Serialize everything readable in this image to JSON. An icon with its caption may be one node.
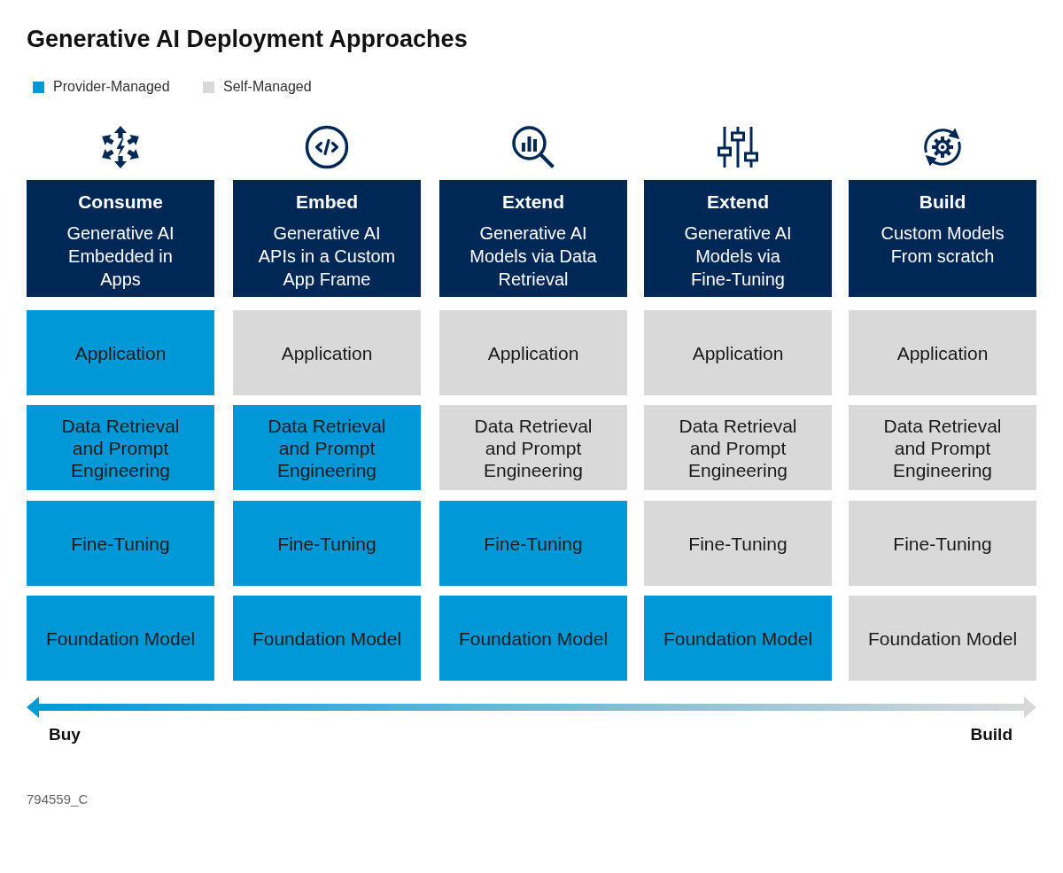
{
  "diagram": {
    "title": "Generative AI Deployment Approaches",
    "nodes": [
      {
        "text": [
          "Consume",
          "Generative AI Embedded in Apps"
        ]
      },
      {
        "text": [
          "Embed",
          "Generative AI APIs in a Custom App Frame"
        ]
      },
      {
        "text": [
          "Extend",
          "Generative AI Models via Data Retrieval"
        ]
      },
      {
        "text": [
          "Extend",
          "Generative AI Models via Fine-Tuning"
        ]
      },
      {
        "text": [
          "Build",
          "Custom Models From scratch"
        ]
      },
      {
        "text": [
          "Application"
        ]
      },
      {
        "text": [
          "Application"
        ]
      },
      {
        "text": [
          "Application"
        ]
      },
      {
        "text": [
          "Application"
        ]
      },
      {
        "text": [
          "Application"
        ]
      },
      {
        "text": [
          "Data Retrieval and Prompt Engineering"
        ]
      },
      {
        "text": [
          "Data Retrieval and Prompt Engineering"
        ]
      },
      {
        "text": [
          "Data Retrieval and Prompt Engineering"
        ]
      },
      {
        "text": [
          "Data Retrieval and Prompt Engineering"
        ]
      },
      {
        "text": [
          "Data Retrieval and Prompt Engineering"
        ]
      },
      {
        "text": [
          "Fine-Tuning"
        ]
      },
      {
        "text": [
          "Fine-Tuning"
        ]
      },
      {
        "text": [
          "Fine-Tuning"
        ]
      },
      {
        "text": [
          "Fine-Tuning"
        ]
      },
      {
        "text": [
          "Fine-Tuning"
        ]
      },
      {
        "text": [
          "Foundation Model"
        ]
      },
      {
        "text": [
          "Foundation Model"
        ]
      },
      {
        "text": [
          "Foundation Model"
        ]
      },
      {
        "text": [
          "Foundation Model"
        ]
      },
      {
        "text": [
          "Foundation Model"
        ]
      }
    ],
    "labels": [
      "Buy",
      "Build",
      "794559_C"
    ],
    "legend": [
      {
        "text": "Provider-Managed",
        "color": "#0098d6"
      },
      {
        "text": "Self-Managed",
        "color": "#d9d9d9"
      }
    ]
  }
}
